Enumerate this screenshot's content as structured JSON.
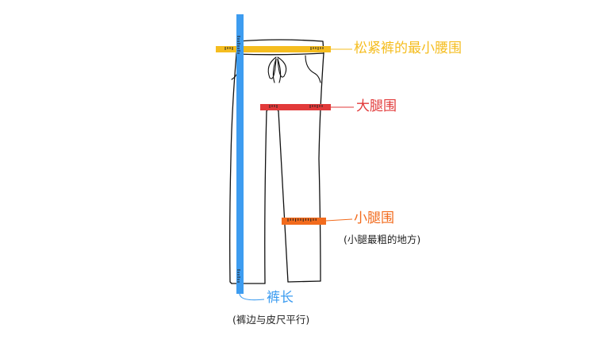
{
  "labels": {
    "waist": "松紧裤的最小腰围",
    "thigh": "大腿围",
    "calf": "小腿围",
    "calf_note": "(小腿最粗的地方)",
    "length": "裤长",
    "length_note": "(裤边与皮尺平行)"
  },
  "colors": {
    "waist": "#f5bd1f",
    "thigh": "#e23a3a",
    "calf": "#f26b1d",
    "length": "#3d9cf0",
    "outline": "#111111",
    "note_text": "#222222"
  }
}
